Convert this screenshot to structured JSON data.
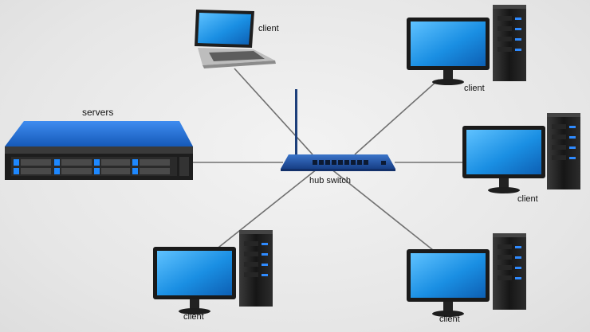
{
  "labels": {
    "servers": "servers",
    "hub": "hub switch",
    "client_laptop": "client",
    "client_top_right": "client",
    "client_mid_right": "client",
    "client_bottom_right": "client",
    "client_bottom_left": "client"
  },
  "colors": {
    "background": "#e9e9e9",
    "cable": "#6f6f6f",
    "switch_blue": "#1f4f9e",
    "screen_blue": "#1a8fe3",
    "server_top": "#1a63c2",
    "tower": "#1c1c1c"
  },
  "icons": [
    "server-rack-icon",
    "hub-switch-icon",
    "laptop-icon",
    "desktop-computer-icon"
  ]
}
